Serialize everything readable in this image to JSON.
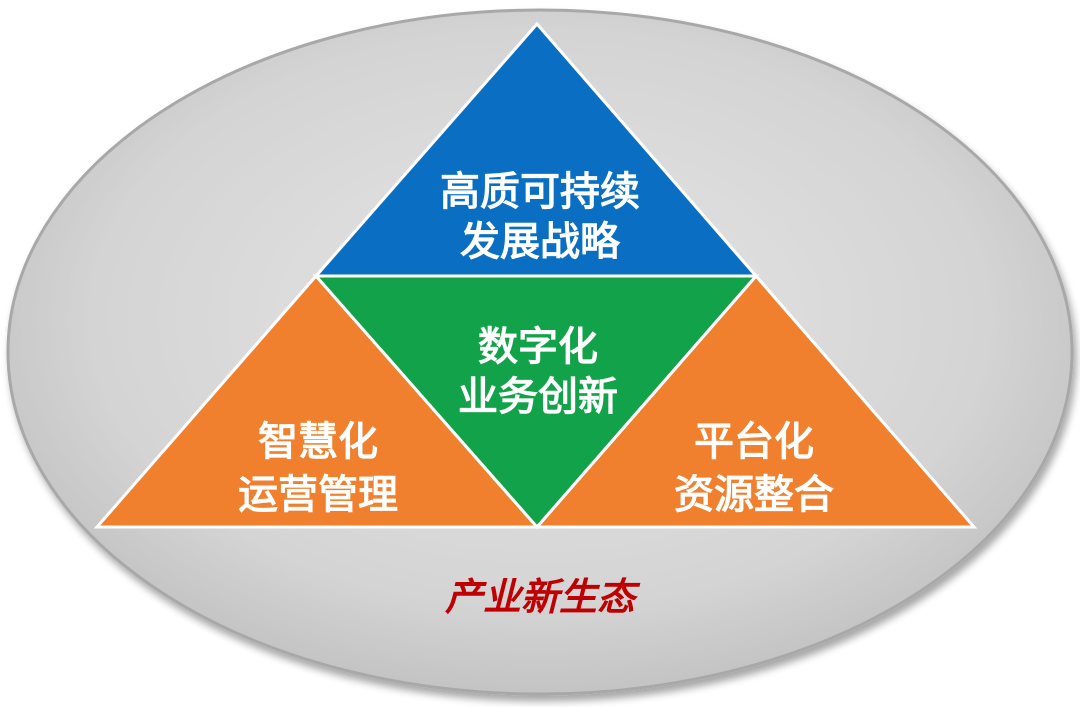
{
  "diagram": {
    "colors": {
      "ellipse": "#d6d6d6",
      "ellipse_edge": "#a6a6a6",
      "top_triangle": "#0a6fc2",
      "center_triangle": "#12a34a",
      "side_triangles": "#f07f2e",
      "label_text": "#ffffff",
      "ecosystem_text": "#c00000"
    },
    "top": {
      "line1": "高质可持续",
      "line2": "发展战略"
    },
    "center": {
      "line1": "数字化",
      "line2": "业务创新"
    },
    "left": {
      "line1": "智慧化",
      "line2": "运营管理"
    },
    "right": {
      "line1": "平台化",
      "line2": "资源整合"
    },
    "ecosystem_label": "产业新生态"
  }
}
